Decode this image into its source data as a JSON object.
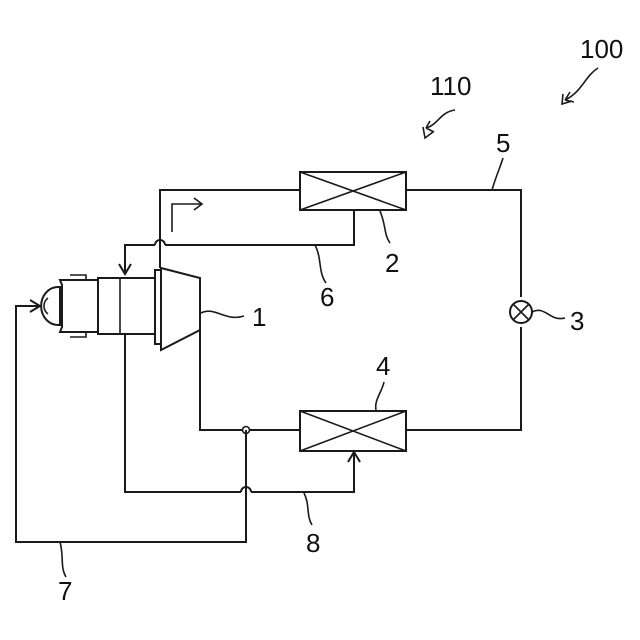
{
  "labels": {
    "system": "100",
    "circuit": "110",
    "compressor": "1",
    "condenser": "2",
    "expansion_valve": "3",
    "evaporator": "4",
    "main_pipe": "5",
    "pipe_6": "6",
    "pipe_7": "7",
    "pipe_8": "8"
  }
}
